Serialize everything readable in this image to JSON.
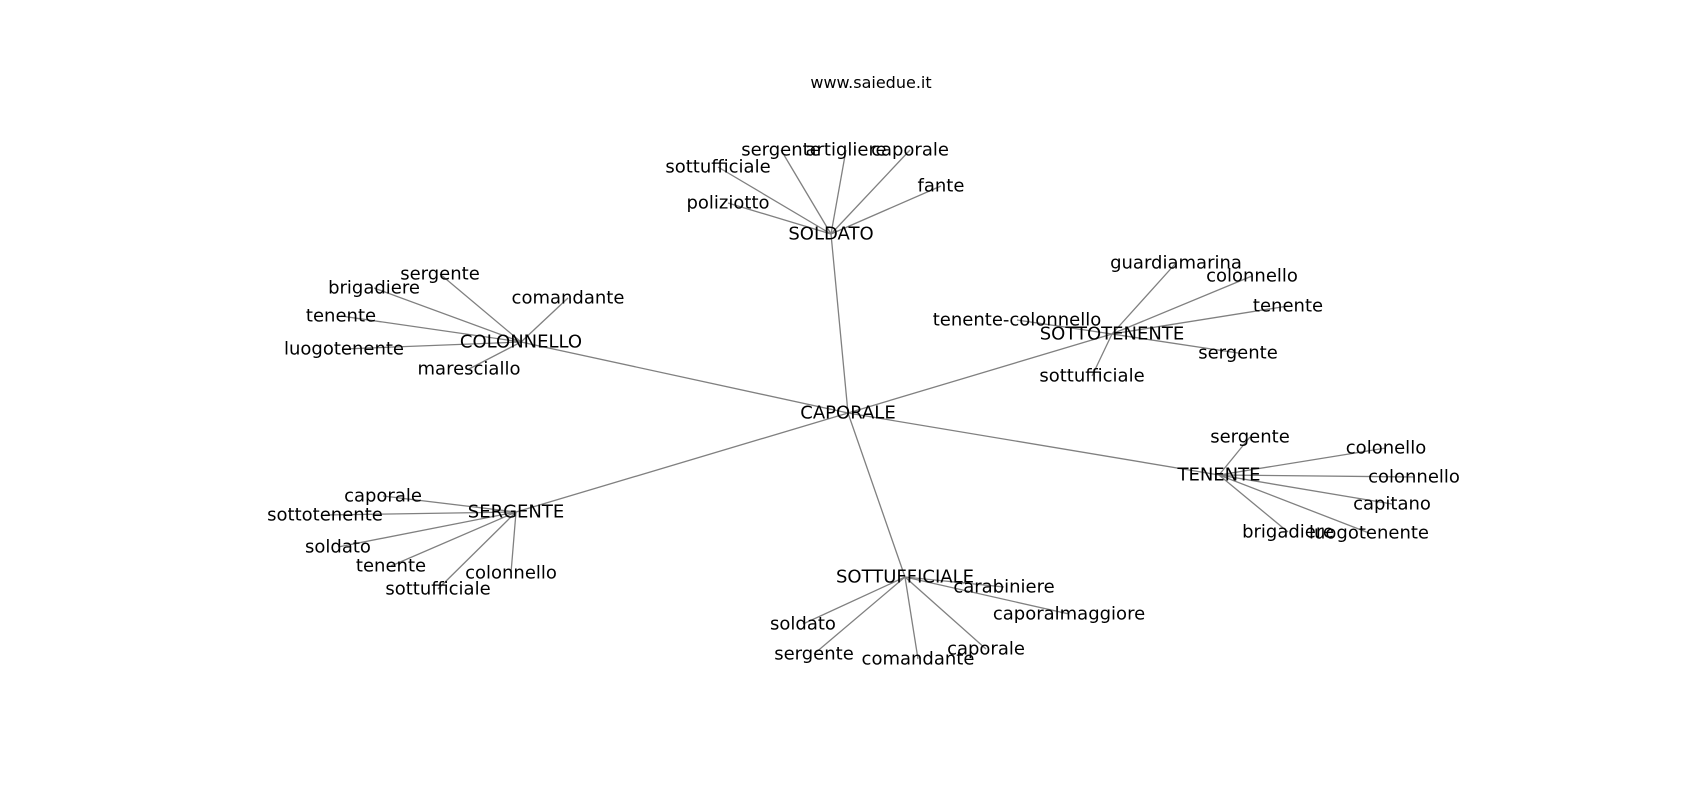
{
  "site": "www.saiedue.it",
  "graph": {
    "center": "CAPORALE",
    "hubs": [
      {
        "id": "soldato",
        "label": "SOLDATO",
        "leaves": [
          "sergente",
          "artigliere",
          "caporale",
          "sottufficiale",
          "fante",
          "poliziotto"
        ]
      },
      {
        "id": "colonnello",
        "label": "COLONNELLO",
        "leaves": [
          "sergente",
          "brigadiere",
          "comandante",
          "tenente",
          "luogotenente",
          "maresciallo"
        ]
      },
      {
        "id": "sottotenente",
        "label": "SOTTOTENENTE",
        "leaves": [
          "guardiamarina",
          "colonnello",
          "tenente",
          "tenente-colonnello",
          "sergente",
          "sottufficiale"
        ]
      },
      {
        "id": "tenente",
        "label": "TENENTE",
        "leaves": [
          "sergente",
          "colonello",
          "colonnello",
          "capitano",
          "brigadiere",
          "luogotenente"
        ]
      },
      {
        "id": "sergente",
        "label": "SERGENTE",
        "leaves": [
          "caporale",
          "sottotenente",
          "soldato",
          "tenente",
          "colonnello",
          "sottufficiale"
        ]
      },
      {
        "id": "sottufficiale",
        "label": "SOTTUFFICIALE",
        "leaves": [
          "carabiniere",
          "caporalmaggiore",
          "soldato",
          "caporale",
          "sergente",
          "comandante"
        ]
      }
    ]
  },
  "colors": {
    "edge": "#808080",
    "text": "#000000",
    "background": "#ffffff"
  }
}
